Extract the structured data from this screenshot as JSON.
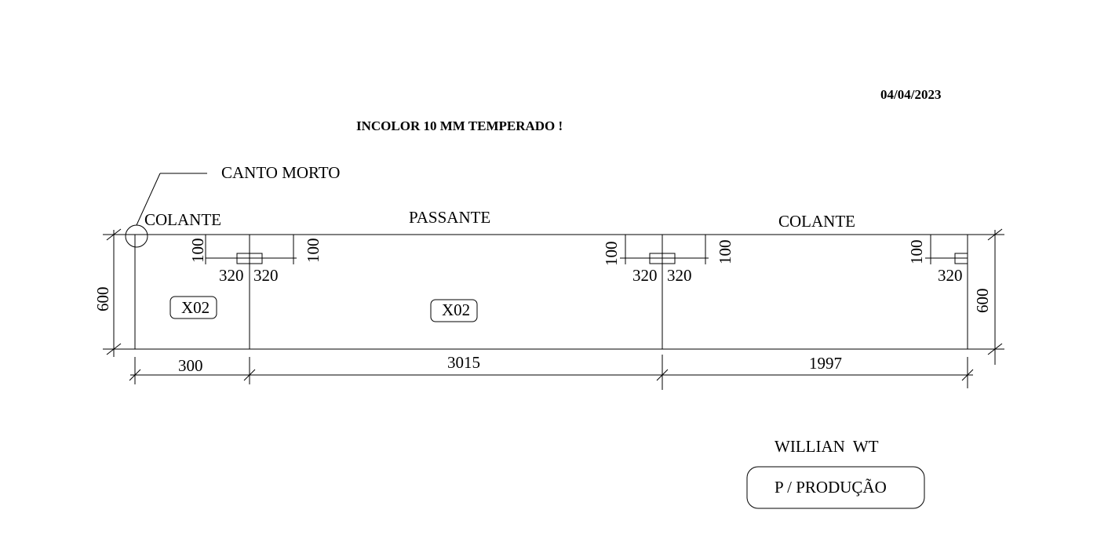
{
  "header": {
    "date": "04/04/2023",
    "title": "INCOLOR 10 MM TEMPERADO !"
  },
  "annotations": {
    "dead_corner": "CANTO MORTO",
    "left_section": "COLANTE",
    "middle_section": "PASSANTE",
    "right_section": "COLANTE"
  },
  "hole_dimensions": {
    "left_edge_offset": "100",
    "left_right_offset": "100",
    "mid_left_offset": "100",
    "mid_right_offset": "100",
    "right_edge_offset": "100",
    "left_spacing_a": "320",
    "left_spacing_b": "320",
    "mid_spacing_a": "320",
    "mid_spacing_b": "320",
    "right_spacing": "320"
  },
  "panel_tags": {
    "left": "X02",
    "middle": "X02"
  },
  "dimensions": {
    "height_left": "600",
    "height_right": "600",
    "width_left": "300",
    "width_middle": "3015",
    "width_right": "1997"
  },
  "footer": {
    "author": "WILLIAN  WT",
    "stamp": "P / PRODUÇÃO"
  }
}
